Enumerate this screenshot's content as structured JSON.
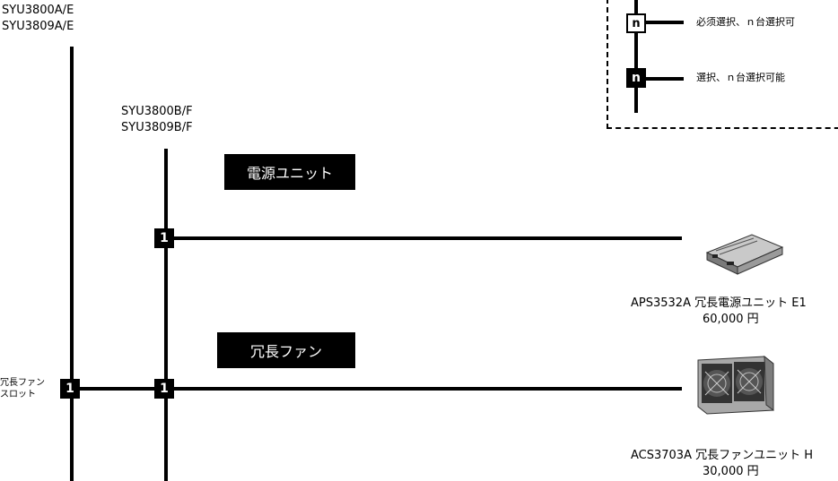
{
  "systems": {
    "a_line1": "SYU3800A/E",
    "a_line2": "SYU3809A/E",
    "b_line1": "SYU3800B/F",
    "b_line2": "SYU3809B/F"
  },
  "legend": {
    "required_badge": "n",
    "required_text": "必须選択、ｎ台選択可",
    "optional_badge": "n",
    "optional_text": "選択、ｎ台選択可能"
  },
  "sections": {
    "power": "電源ユニット",
    "fan": "冗長ファン"
  },
  "slot": {
    "label_line1": "冗長ファン",
    "label_line2": "スロット"
  },
  "badges": {
    "power_b": "1",
    "fan_slot": "1",
    "fan_b": "1"
  },
  "products": [
    {
      "code_name": "APS3532A  冗長電源ユニット E1",
      "price": "60,000 円"
    },
    {
      "code_name": "ACS3703A  冗長ファンユニット H",
      "price": "30,000 円"
    }
  ]
}
